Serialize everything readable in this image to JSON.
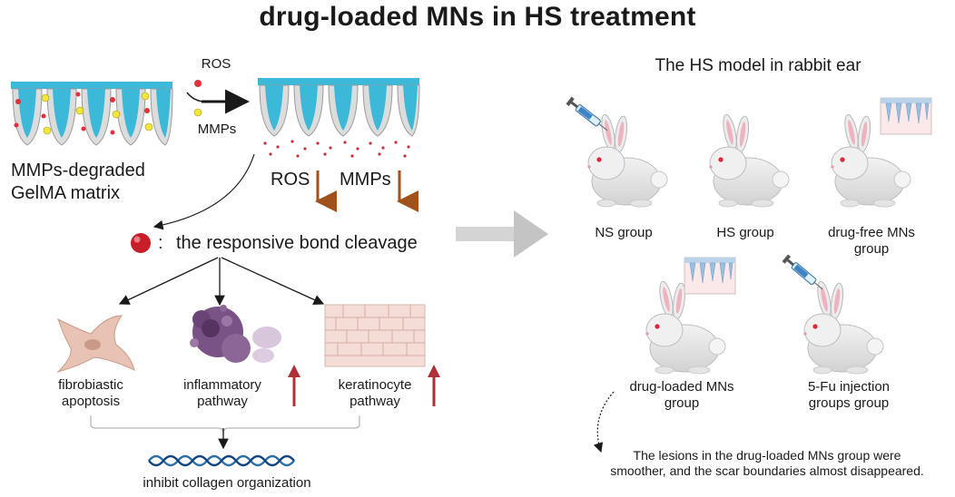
{
  "title": "drug-loaded MNs in HS treatment",
  "left": {
    "ros_small": "ROS",
    "mmps_small": "MMPs",
    "matrix_line1": "MMPs-degraded",
    "matrix_line2": "GelMA matrix",
    "ros_big": "ROS",
    "mmps_big": "MMPs",
    "bond_colon": ":",
    "bond_text": "the responsive bond cleavage",
    "fib_line1": "fibrobiastic",
    "fib_line2": "apoptosis",
    "infl_line1": "inflammatory",
    "infl_line2": "pathway",
    "ker_line1": "keratinocyte",
    "ker_line2": "pathway",
    "collagen": "inhibit collagen organization"
  },
  "right": {
    "heading": "The HS model in rabbit ear",
    "groups": [
      {
        "line1": "NS group",
        "line2": ""
      },
      {
        "line1": "HS group",
        "line2": ""
      },
      {
        "line1": "drug-free MNs",
        "line2": "group"
      },
      {
        "line1": "drug-loaded MNs",
        "line2": "group"
      },
      {
        "line1": "5-Fu injection",
        "line2": "groups group"
      }
    ],
    "conclusion_line1": "The lesions in the drug-loaded MNs group were",
    "conclusion_line2": "smoother, and the scar boundaries almost disappeared."
  },
  "colors": {
    "mn_blue": "#3cb8d8",
    "ros_red": "#e0303a",
    "mmp_yellow": "#f2e63a",
    "arrow_brown": "#a0521c",
    "up_red": "#b0303a",
    "gray_arrow": "#c4c4c4"
  }
}
